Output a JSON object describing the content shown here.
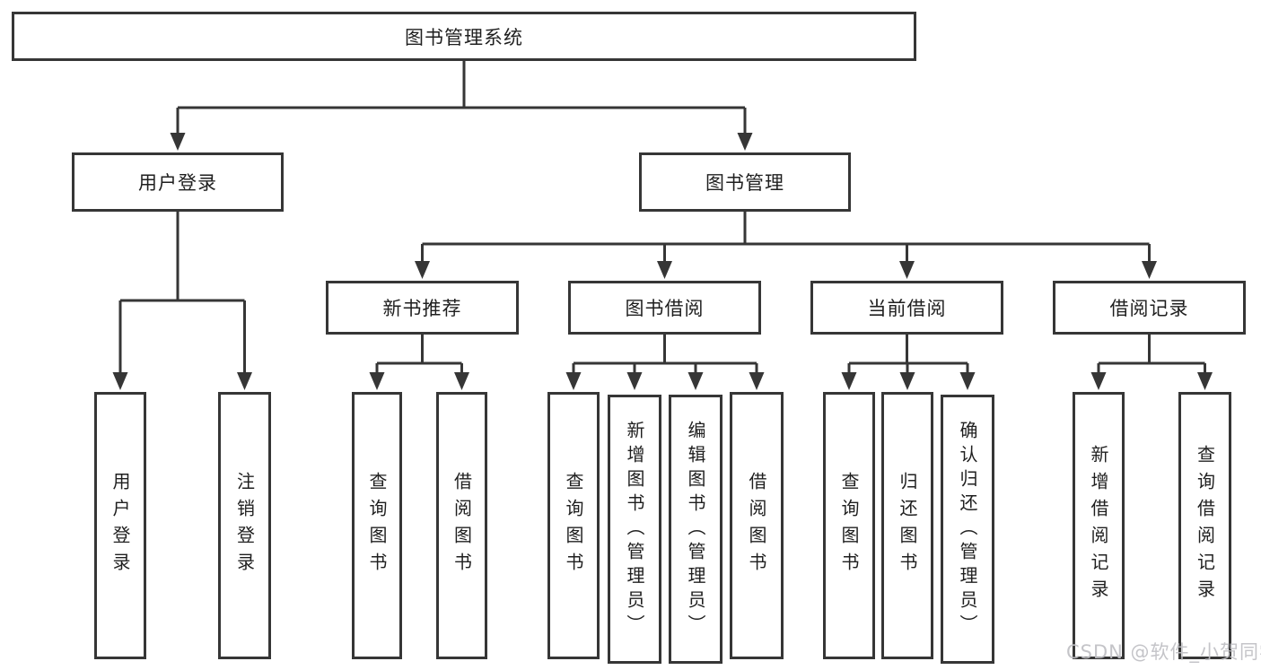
{
  "diagram": {
    "root": {
      "label": "图书管理系统"
    },
    "level2": {
      "user_login": "用户登录",
      "book_management": "图书管理"
    },
    "level3": {
      "new_book_recommend": "新书推荐",
      "book_borrow": "图书借阅",
      "current_borrow": "当前借阅",
      "borrow_record": "借阅记录"
    },
    "leaves": {
      "login": [
        "用户登录",
        "注销登录"
      ],
      "recommend": [
        "查询图书",
        "借阅图书"
      ],
      "borrow": [
        "查询图书",
        "新增图书（管理员）",
        "编辑图书（管理员）",
        "借阅图书"
      ],
      "current": [
        "查询图书",
        "归还图书",
        "确认归还（管理员）"
      ],
      "record": [
        "新增借阅记录",
        "查询借阅记录"
      ]
    }
  },
  "watermark": {
    "text": "CSDN @软件_小贺同学"
  },
  "colors": {
    "line": "#363636",
    "text": "#1f1f1f",
    "background": "#ffffff",
    "watermark": "#bfbfc4"
  }
}
